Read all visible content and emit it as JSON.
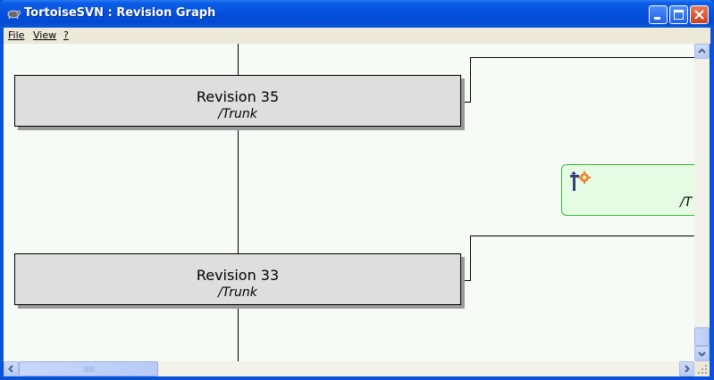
{
  "window": {
    "title": "TortoiseSVN : Revision Graph",
    "icon": "tortoise-icon",
    "controls": [
      "minimize-icon",
      "maximize-icon",
      "close-icon"
    ]
  },
  "menu": {
    "items": [
      {
        "label": "File"
      },
      {
        "label": "View"
      },
      {
        "label": "?"
      }
    ]
  },
  "graph": {
    "nodes": [
      {
        "title": "Revision 35",
        "path": "/Trunk"
      },
      {
        "title": "Revision 33",
        "path": "/Trunk"
      }
    ],
    "tag_node": {
      "path": "/T",
      "icon": "tag-revision-icon",
      "border_color": "#33bb33",
      "fill_color": "#e6fbe4"
    }
  },
  "colors": {
    "titlebar": "#0551de",
    "canvas": "#f6fbf6",
    "node_fill": "#dedfdc"
  }
}
